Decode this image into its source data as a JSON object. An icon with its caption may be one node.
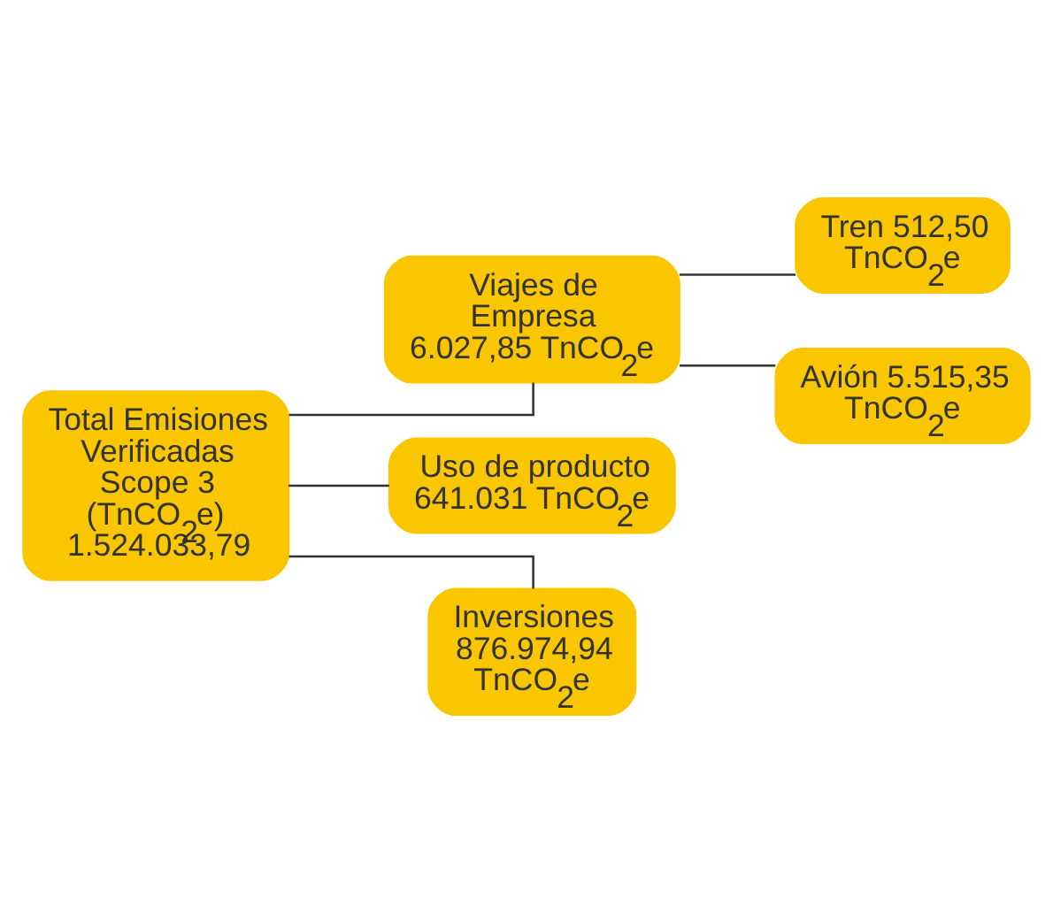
{
  "diagram": {
    "nodes": [
      {
        "text": [
          "Total Emisiones Verificadas Scope 3 (TnCO$_{2}$e) 1.524.033,79"
        ]
      },
      {
        "text": [
          "Viajes de Empresa 6.027,85 TnCO$_{2}$e"
        ]
      },
      {
        "text": [
          "Tren 512,50 TnCO$_{2}$e"
        ]
      },
      {
        "text": [
          "Avión 5.515,35 TnCO$_{2}$e"
        ]
      },
      {
        "text": [
          "Uso de producto 641.031 TnCO$_{2}$e"
        ]
      },
      {
        "text": [
          "Inversiones 876.974,94 TnCO$_{2}$e"
        ]
      }
    ],
    "edges": [
      {
        "from": 0,
        "to": 1,
        "arrow": "none"
      },
      {
        "from": 0,
        "to": 4,
        "arrow": "none"
      },
      {
        "from": 0,
        "to": 5,
        "arrow": "none"
      },
      {
        "from": 1,
        "to": 2,
        "arrow": "none"
      },
      {
        "from": 1,
        "to": 3,
        "arrow": "none"
      }
    ]
  }
}
